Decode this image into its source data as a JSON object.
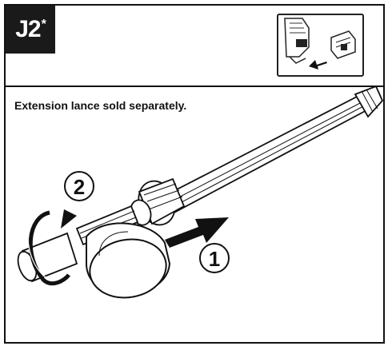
{
  "step": {
    "label": "J2",
    "mark": "*"
  },
  "caption": "Extension lance sold separately.",
  "callouts": {
    "first": "1",
    "second": "2"
  },
  "icons": {
    "thumbnail": "attach-accessory-icon",
    "push": "push-arrow-icon",
    "rotate": "rotate-arrow-icon"
  },
  "colors": {
    "ink": "#111111",
    "badge": "#1a1a1a",
    "paper": "#ffffff"
  }
}
